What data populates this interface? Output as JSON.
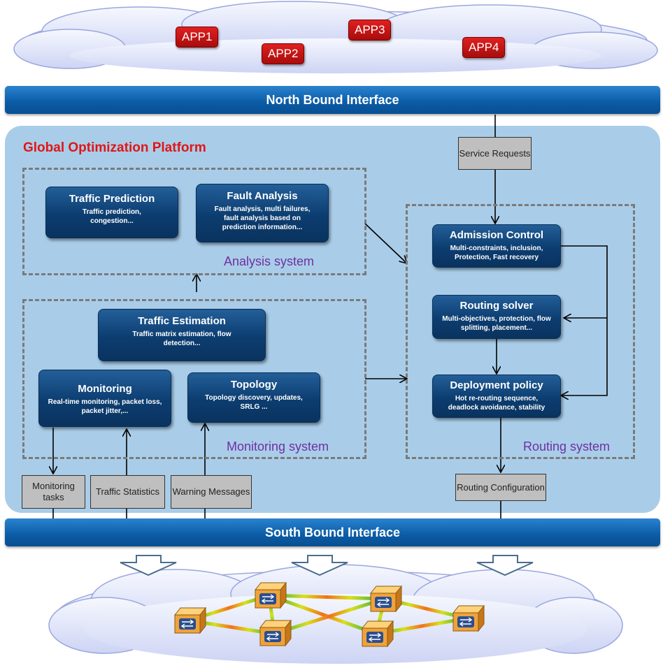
{
  "apps": [
    "APP1",
    "APP2",
    "APP3",
    "APP4"
  ],
  "north_interface": "North Bound Interface",
  "south_interface": "South Bound Interface",
  "platform_title": "Global Optimization Platform",
  "systems": {
    "analysis": "Analysis system",
    "monitoring": "Monitoring system",
    "routing": "Routing system"
  },
  "modules": {
    "traffic_prediction": {
      "title": "Traffic Prediction",
      "desc": "Traffic prediction, congestion..."
    },
    "fault_analysis": {
      "title": "Fault Analysis",
      "desc": "Fault analysis, multi failures, fault analysis based on prediction information..."
    },
    "traffic_estimation": {
      "title": "Traffic Estimation",
      "desc": "Traffic matrix estimation, flow detection..."
    },
    "monitoring": {
      "title": "Monitoring",
      "desc": "Real-time  monitoring, packet loss, packet jitter,..."
    },
    "topology": {
      "title": "Topology",
      "desc": "Topology discovery, updates, SRLG ..."
    },
    "admission_control": {
      "title": "Admission Control",
      "desc": "Multi-constraints, inclusion, Protection, Fast recovery"
    },
    "routing_solver": {
      "title": "Routing solver",
      "desc": "Multi-objectives, protection, flow splitting, placement..."
    },
    "deployment_policy": {
      "title": "Deployment policy",
      "desc": "Hot re-routing sequence, deadlock avoidance, stability"
    }
  },
  "gray_boxes": {
    "service_requests": "Service Requests",
    "monitoring_tasks": "Monitoring tasks",
    "traffic_statistics": "Traffic Statistics",
    "warning_messages": "Warning Messages",
    "routing_configuration": "Routing Configuration"
  },
  "colors": {
    "platform": "#a9cde9",
    "bus": "#0b5ba5",
    "module": "#0c3d70",
    "title_red": "#e01616",
    "system_purple": "#7030a0",
    "app_red": "#c81414"
  },
  "icons": [
    "cloud-icon",
    "network-switch-icon",
    "down-arrow-icon"
  ]
}
